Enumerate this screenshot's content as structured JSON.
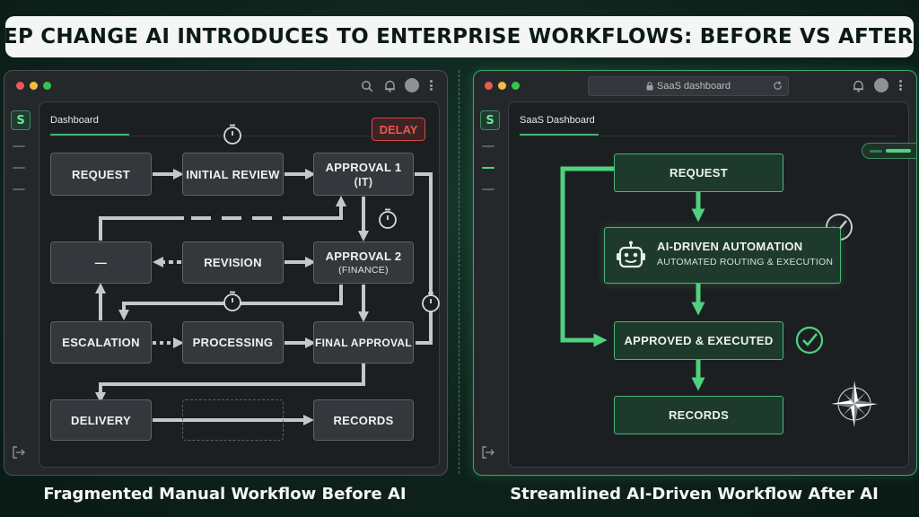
{
  "title": "STEP CHANGE AI INTRODUCES TO ENTERPRISE WORKFLOWS: BEFORE VS AFTER AI",
  "before": {
    "panel_tab": "Dashboard",
    "delay_badge": "DELAY",
    "nodes": {
      "request": "REQUEST",
      "initial_review": "INITIAL REVIEW",
      "approval1": "APPROVAL 1",
      "approval1_sub": "(IT)",
      "approval2": "APPROVAL 2",
      "approval2_sub": "(FINANCE)",
      "blank": "—",
      "revision": "REVISION",
      "escalation": "ESCALATION",
      "processing": "PROCESSING",
      "final_approval": "FINAL APPROVAL",
      "delivery": "DELIVERY",
      "records": "RECORDS"
    },
    "caption": "Fragmented Manual Workflow Before AI"
  },
  "after": {
    "url": "SaaS dashboard",
    "panel_tab": "SaaS Dashboard",
    "nodes": {
      "request": "REQUEST",
      "ai_title": "AI-DRIVEN AUTOMATION",
      "ai_sub": "AUTOMATED ROUTING & EXECUTION",
      "approved": "APPROVED & EXECUTED",
      "records": "RECORDS"
    },
    "caption": "Streamlined AI-Driven Workflow After AI"
  },
  "colors": {
    "accent_green": "#4fd27f",
    "delay_red": "#f0544a",
    "node_gray": "#34383c",
    "arrow_gray": "#c4c8cb"
  }
}
